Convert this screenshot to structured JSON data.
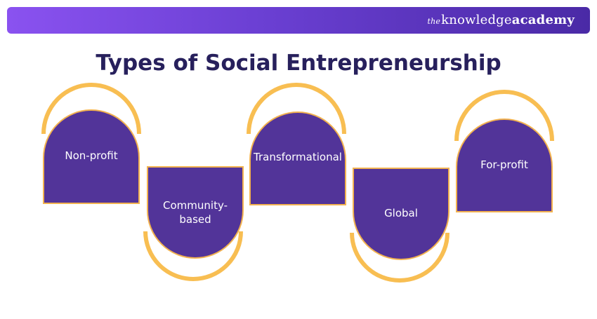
{
  "brand": {
    "prefix": "the",
    "name_regular": "knowledge",
    "name_bold": "academy"
  },
  "title": "Types of Social Entrepreneurship",
  "colors": {
    "card": "#523499",
    "card_border": "#f2b250",
    "arc": "#f8be52",
    "title": "#27205c"
  },
  "items": [
    {
      "label": "Non-profit",
      "shape": "arch-top"
    },
    {
      "label": "Community-\nbased",
      "shape": "arch-bottom"
    },
    {
      "label": "Transformational",
      "shape": "arch-top"
    },
    {
      "label": "Global",
      "shape": "arch-bottom"
    },
    {
      "label": "For-profit",
      "shape": "arch-top"
    }
  ]
}
